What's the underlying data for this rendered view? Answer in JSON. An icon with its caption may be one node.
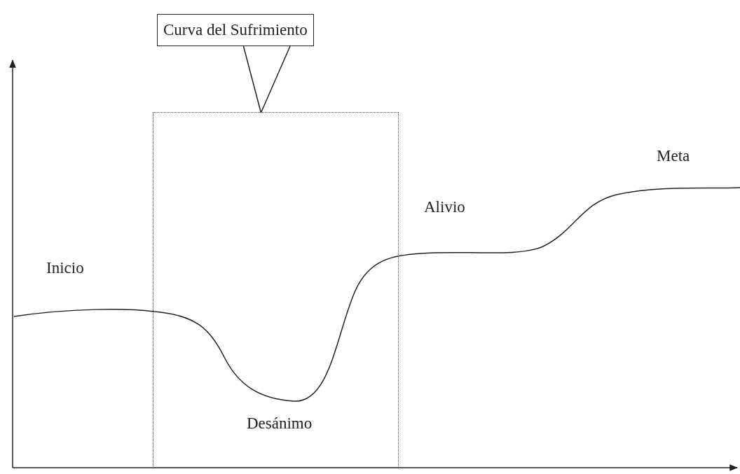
{
  "diagram": {
    "nodes": [
      {
        "text": [
          "Curva del Sufrimiento"
        ]
      },
      {
        "text": [],
        "shape": "box"
      }
    ],
    "edges": [
      {
        "from": 0,
        "to": 1,
        "arrow": "none"
      }
    ],
    "labels": [
      "Meta",
      "Alivio",
      "Inicio",
      "Desánimo"
    ]
  }
}
